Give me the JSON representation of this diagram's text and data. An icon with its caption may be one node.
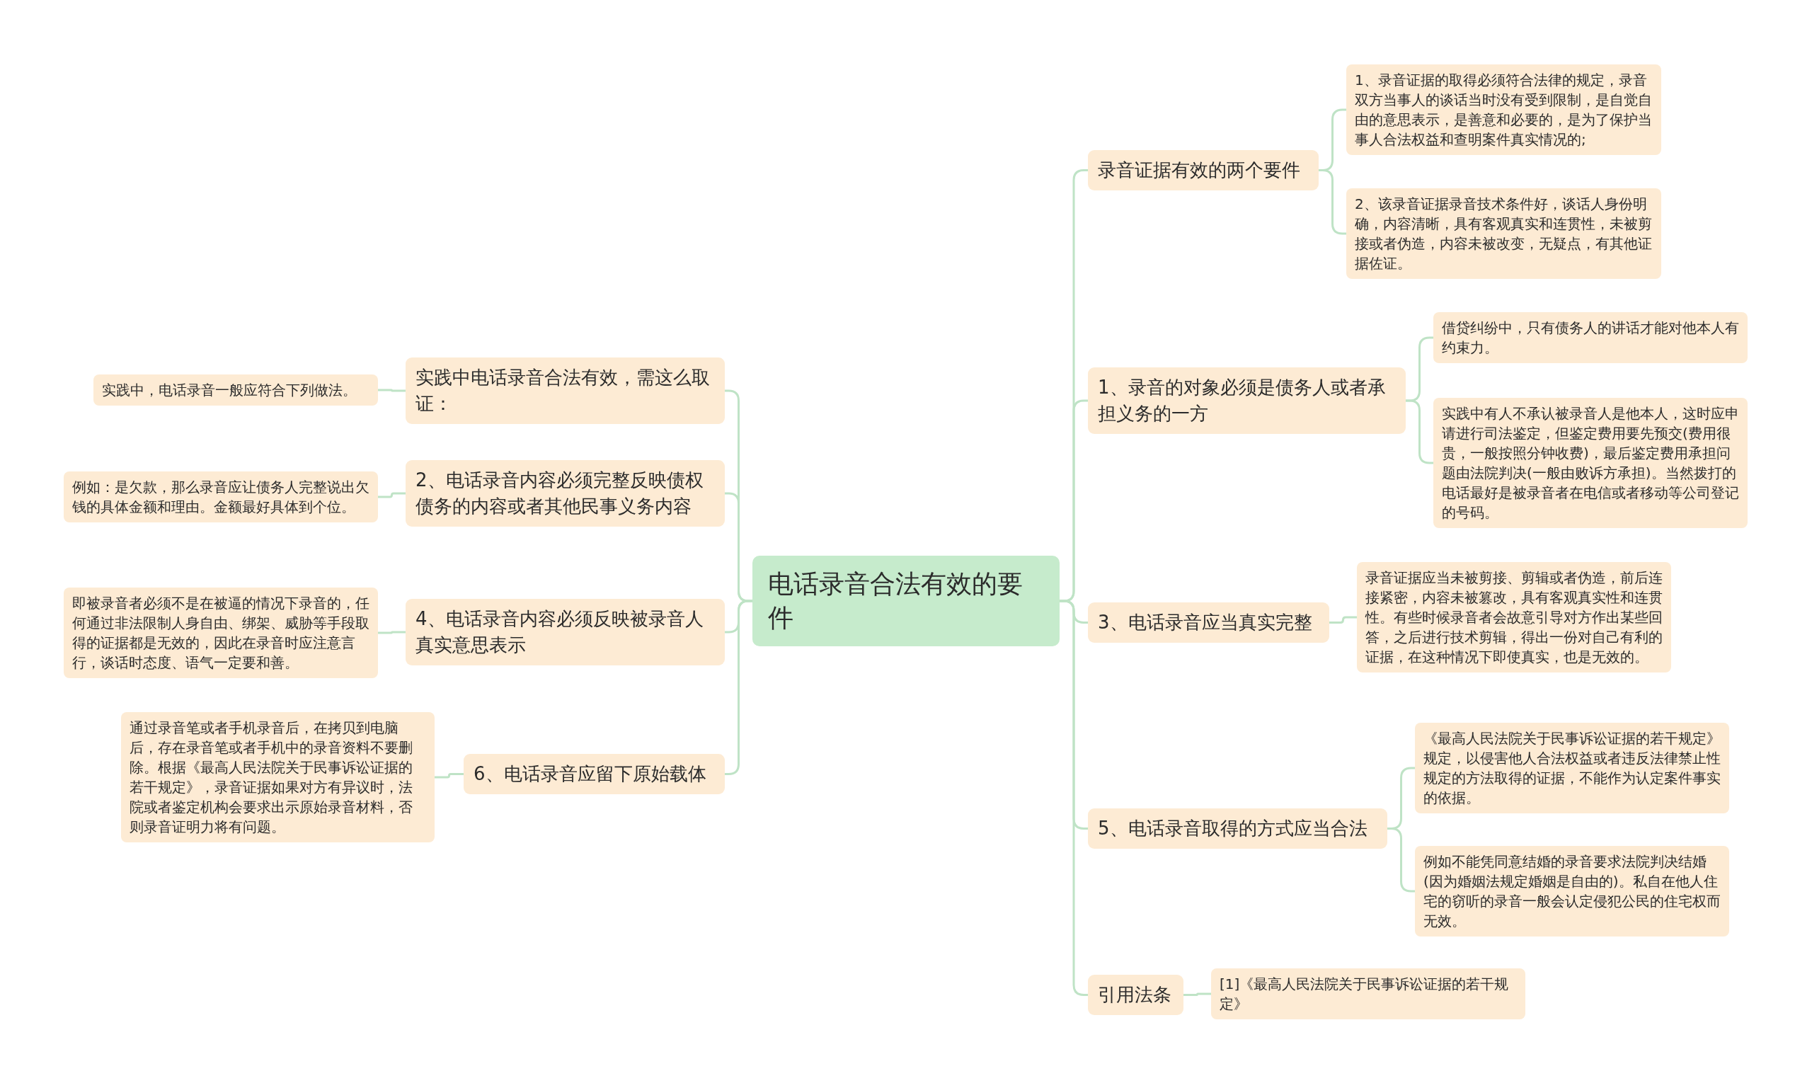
{
  "diagram": {
    "nodes": [
      {
        "text": [
          "电话录音合法有效的要件"
        ]
      },
      {
        "text": [
          "录音证据有效的两个要件"
        ]
      },
      {
        "text": [
          "1、录音证据的取得必须符合法律的规定，录音双方当事人的谈话当时没有受到限制，是自觉自由的意思表示，是善意和必要的，是为了保护当事人合法权益和查明案件真实情况的;"
        ]
      },
      {
        "text": [
          "2、该录音证据录音技术条件好，谈话人身份明确，内容清晰，具有客观真实和连贯性，未被剪接或者伪造，内容未被改变，无疑点，有其他证据佐证。"
        ]
      },
      {
        "text": [
          "1、录音的对象必须是债务人或者承担义务的一方"
        ]
      },
      {
        "text": [
          "借贷纠纷中，只有债务人的讲话才能对他本人有约束力。"
        ]
      },
      {
        "text": [
          "实践中有人不承认被录音人是他本人，这时应申请进行司法鉴定，但鉴定费用要先预交(费用很贵，一般按照分钟收费)，最后鉴定费用承担问题由法院判决(一般由败诉方承担)。当然拨打的电话最好是被录音者在电信或者移动等公司登记的号码。"
        ]
      },
      {
        "text": [
          "3、电话录音应当真实完整"
        ]
      },
      {
        "text": [
          "录音证据应当未被剪接、剪辑或者伪造，前后连接紧密，内容未被篡改，具有客观真实性和连贯性。有些时候录音者会故意引导对方作出某些回答，之后进行技术剪辑，得出一份对自己有利的证据，在这种情况下即使真实，也是无效的。"
        ]
      },
      {
        "text": [
          "5、电话录音取得的方式应当合法"
        ]
      },
      {
        "text": [
          "《最高人民法院关于民事诉讼证据的若干规定》规定，以侵害他人合法权益或者违反法律禁止性规定的方法取得的证据，不能作为认定案件事实的依据。"
        ]
      },
      {
        "text": [
          "例如不能凭同意结婚的录音要求法院判决结婚(因为婚姻法规定婚姻是自由的)。私自在他人住宅的窃听的录音一般会认定侵犯公民的住宅权而无效。"
        ]
      },
      {
        "text": [
          "引用法条"
        ]
      },
      {
        "text": [
          "[1]《最高人民法院关于民事诉讼证据的若干规定》"
        ]
      },
      {
        "text": [
          "实践中电话录音合法有效，需这么取证："
        ]
      },
      {
        "text": [
          "实践中，电话录音一般应符合下列做法。"
        ]
      },
      {
        "text": [
          "2、电话录音内容必须完整反映债权债务的内容或者其他民事义务内容"
        ]
      },
      {
        "text": [
          "例如：是欠款，那么录音应让债务人完整说出欠钱的具体金额和理由。金额最好具体到个位。"
        ]
      },
      {
        "text": [
          "4、电话录音内容必须反映被录音人真实意思表示"
        ]
      },
      {
        "text": [
          "即被录音者必须不是在被逼的情况下录音的，任何通过非法限制人身自由、绑架、威胁等手段取得的证据都是无效的，因此在录音时应注意言行，谈话时态度、语气一定要和善。"
        ]
      },
      {
        "text": [
          "6、电话录音应留下原始载体"
        ]
      },
      {
        "text": [
          "通过录音笔或者手机录音后，在拷贝到电脑后，存在录音笔或者手机中的录音资料不要删除。根据《最高人民法院关于民事诉讼证据的若干规定》，录音证据如果对方有异议时，法院或者鉴定机构会要求出示原始录音材料，否则录音证明力将有问题。"
        ]
      }
    ],
    "edges": [
      {
        "from": 0,
        "to": 1,
        "arrow": "none"
      },
      {
        "from": 1,
        "to": 2,
        "arrow": "none"
      },
      {
        "from": 1,
        "to": 3,
        "arrow": "none"
      },
      {
        "from": 0,
        "to": 4,
        "arrow": "none"
      },
      {
        "from": 4,
        "to": 5,
        "arrow": "none"
      },
      {
        "from": 4,
        "to": 6,
        "arrow": "none"
      },
      {
        "from": 0,
        "to": 7,
        "arrow": "none"
      },
      {
        "from": 7,
        "to": 8,
        "arrow": "none"
      },
      {
        "from": 0,
        "to": 9,
        "arrow": "none"
      },
      {
        "from": 9,
        "to": 10,
        "arrow": "none"
      },
      {
        "from": 9,
        "to": 11,
        "arrow": "none"
      },
      {
        "from": 0,
        "to": 12,
        "arrow": "none"
      },
      {
        "from": 12,
        "to": 13,
        "arrow": "none"
      },
      {
        "from": 0,
        "to": 14,
        "arrow": "none"
      },
      {
        "from": 14,
        "to": 15,
        "arrow": "none"
      },
      {
        "from": 0,
        "to": 16,
        "arrow": "none"
      },
      {
        "from": 16,
        "to": 17,
        "arrow": "none"
      },
      {
        "from": 0,
        "to": 18,
        "arrow": "none"
      },
      {
        "from": 18,
        "to": 19,
        "arrow": "none"
      },
      {
        "from": 0,
        "to": 20,
        "arrow": "none"
      },
      {
        "from": 20,
        "to": 21,
        "arrow": "none"
      }
    ]
  }
}
